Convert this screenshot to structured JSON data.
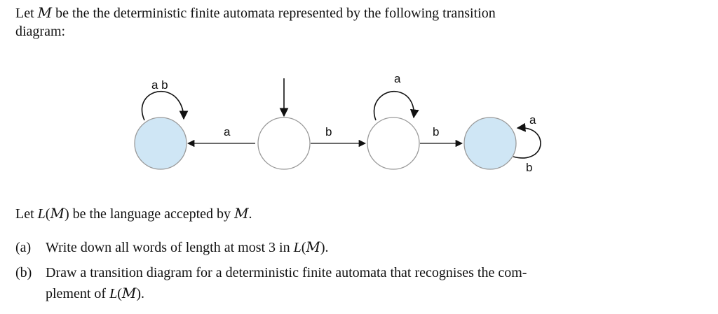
{
  "problem": {
    "intro_line1_a": "Let ",
    "intro_sym_M": "M",
    "intro_line1_b": " be the the deterministic finite automata represented by the following transition",
    "intro_line2": "diagram:",
    "language_a": "Let ",
    "language_L": "L",
    "language_lp": "(",
    "language_M": "M",
    "language_rp": ")",
    "language_b": " be the language accepted by ",
    "language_M2": "M",
    "language_end": ".",
    "part_a_label": "(a)",
    "part_a_text": "Write down all words of length at most 3 in ",
    "part_a_L": "L",
    "part_a_M": "M",
    "part_a_end": ").",
    "part_b_label": "(b)",
    "part_b_text1": "Draw a transition diagram for a deterministic finite automata that recognises the com-",
    "part_b_text2": "plement of ",
    "part_b_L": "L",
    "part_b_M": "M",
    "part_b_end": ")."
  },
  "diagram": {
    "states": [
      {
        "id": "q0",
        "accepting": true,
        "fill": "#cfe6f5"
      },
      {
        "id": "q1",
        "accepting": false,
        "initial": true,
        "fill": "#ffffff"
      },
      {
        "id": "q2",
        "accepting": false,
        "fill": "#ffffff"
      },
      {
        "id": "q3",
        "accepting": true,
        "fill": "#cfe6f5"
      }
    ],
    "labels": {
      "loop_q0": "a b",
      "q1_to_q0": "a",
      "q1_to_q2": "b",
      "loop_q2": "a",
      "q2_to_q3": "b",
      "loop_q3_a": "a",
      "loop_q3_b": "b"
    },
    "colors": {
      "accept_fill": "#cfe6f5",
      "stroke": "#9a9a9a",
      "arrow": "#111111"
    }
  }
}
